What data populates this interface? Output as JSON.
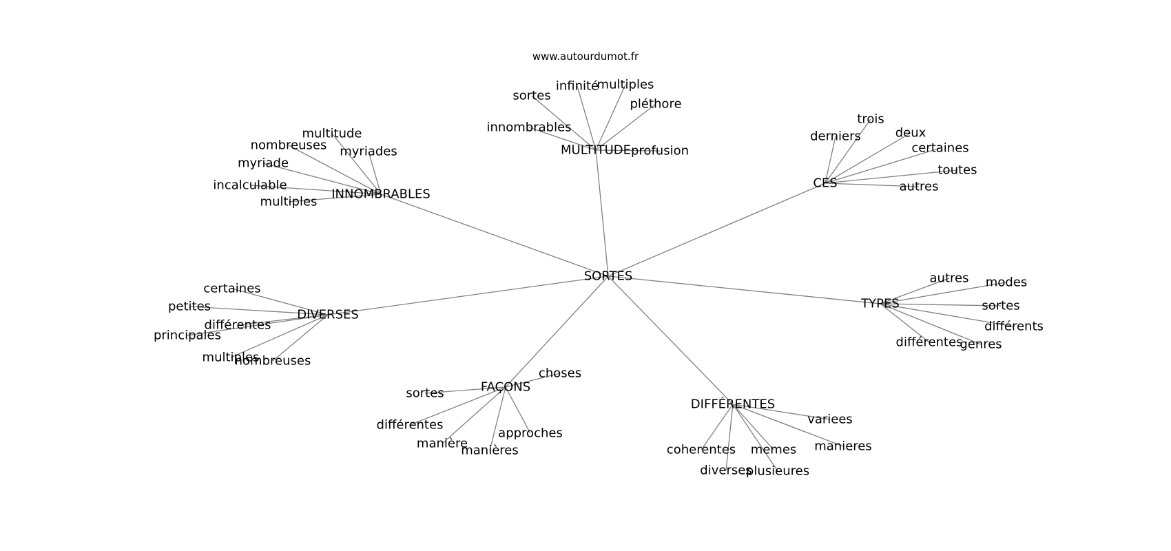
{
  "watermark": "www.autourdumot.fr",
  "root": "SORTES",
  "groups": [
    {
      "hub": "MULTITUDE",
      "leaves": [
        "infinité",
        "multiples",
        "sortes",
        "pléthore",
        "innombrables",
        "profusion"
      ]
    },
    {
      "hub": "INNOMBRABLES",
      "leaves": [
        "multitude",
        "nombreuses",
        "myriades",
        "myriade",
        "incalculable",
        "multiples"
      ]
    },
    {
      "hub": "CES",
      "leaves": [
        "trois",
        "derniers",
        "deux",
        "certaines",
        "toutes",
        "autres"
      ]
    },
    {
      "hub": "DIVERSES",
      "leaves": [
        "certaines",
        "petites",
        "différentes",
        "principales",
        "multiples",
        "nombreuses"
      ]
    },
    {
      "hub": "TYPES",
      "leaves": [
        "autres",
        "modes",
        "sortes",
        "différents",
        "différentes",
        "genres"
      ]
    },
    {
      "hub": "FAÇONS",
      "leaves": [
        "choses",
        "sortes",
        "différentes",
        "approches",
        "manière",
        "manières"
      ]
    },
    {
      "hub": "DIFFÉRENTES",
      "leaves": [
        "variees",
        "coherentes",
        "memes",
        "manieres",
        "diverses",
        "plusieures"
      ]
    }
  ]
}
